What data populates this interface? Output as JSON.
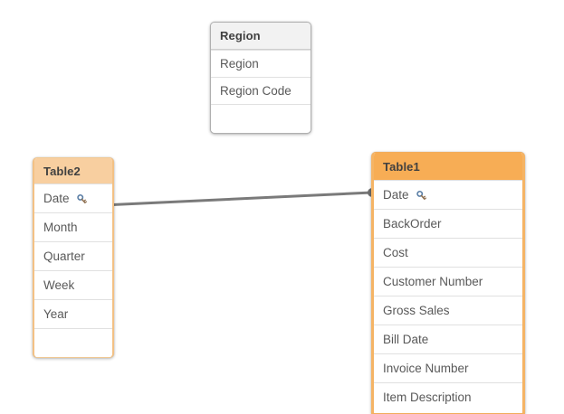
{
  "canvas": {
    "background": "#ffffff",
    "accent_strong": "#f7ad55",
    "accent_light": "#f8cfa0",
    "neutral_header": "#f2f2f2",
    "link_color": "#7a7a7a"
  },
  "tables": [
    {
      "id": "region",
      "title": "Region",
      "style": "neutral",
      "fields": [
        {
          "name": "Region",
          "key": false
        },
        {
          "name": "Region Code",
          "key": false
        }
      ],
      "has_empty_row": true
    },
    {
      "id": "table2",
      "title": "Table2",
      "style": "light-orange",
      "fields": [
        {
          "name": "Date",
          "key": true
        },
        {
          "name": "Month",
          "key": false
        },
        {
          "name": "Quarter",
          "key": false
        },
        {
          "name": "Week",
          "key": false
        },
        {
          "name": "Year",
          "key": false
        }
      ],
      "has_empty_row": true
    },
    {
      "id": "table1",
      "title": "Table1",
      "style": "orange",
      "fields": [
        {
          "name": "Date",
          "key": true
        },
        {
          "name": "BackOrder",
          "key": false
        },
        {
          "name": "Cost",
          "key": false
        },
        {
          "name": "Customer Number",
          "key": false
        },
        {
          "name": "Gross Sales",
          "key": false
        },
        {
          "name": "Bill Date",
          "key": false
        },
        {
          "name": "Invoice Number",
          "key": false
        },
        {
          "name": "Item Description",
          "key": false
        }
      ],
      "has_empty_row": false,
      "clipped_at_bottom": true
    }
  ],
  "association": {
    "from_table": "Table2",
    "from_field": "Date",
    "to_table": "Table1",
    "to_field": "Date",
    "icon": "association-link"
  },
  "icons": {
    "key": "key-icon",
    "link_endpoint": "link-endpoint-dot"
  }
}
